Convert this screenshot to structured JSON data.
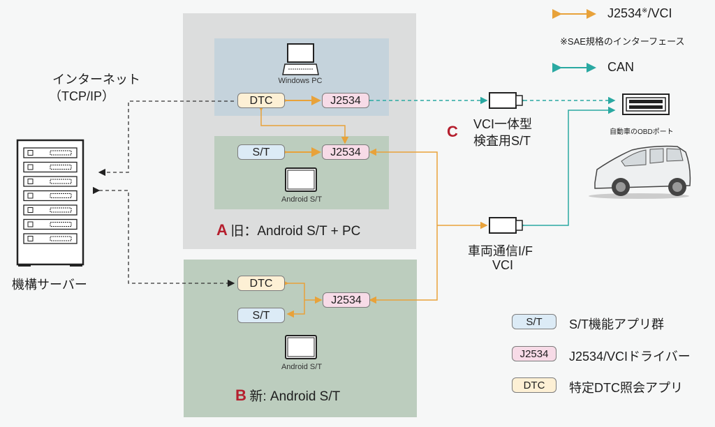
{
  "legend_top": {
    "j2534_line_label": "J2534",
    "j2534_line_note_mark": "※",
    "j2534_line_suffix": "/VCI",
    "footnote": "※SAE規格のインターフェース",
    "can_line_label": "CAN",
    "colors": {
      "j2534_line": "#e8a23a",
      "can_line": "#2aa9a2"
    }
  },
  "internet": {
    "line1": "インターネット",
    "line2": "（TCP/IP）"
  },
  "server": {
    "label": "機構サーバー",
    "icon": "server-rack-icon"
  },
  "config_a": {
    "letter": "A",
    "title": "旧：Android S/T + PC",
    "pc": {
      "label": "Windows PC",
      "icon": "laptop-icon",
      "chips": {
        "dtc": "DTC",
        "j2534": "J2534"
      }
    },
    "android": {
      "label": "Android S/T",
      "icon": "tablet-icon",
      "chips": {
        "st": "S/T",
        "j2534": "J2534"
      }
    }
  },
  "config_b": {
    "letter": "B",
    "title": "新: Android S/T",
    "chips": {
      "dtc": "DTC",
      "st": "S/T",
      "j2534": "J2534"
    },
    "android": {
      "label": "Android S/T",
      "icon": "tablet-icon"
    }
  },
  "config_c": {
    "letter": "C",
    "line1": "VCI一体型",
    "line2": "検査用S/T"
  },
  "vci": {
    "line1": "車両通信I/F",
    "line2": "VCI"
  },
  "obd": {
    "label": "自動車のOBDポート",
    "icon": "obd-port-icon"
  },
  "car": {
    "icon": "car-icon"
  },
  "legend_bottom": [
    {
      "chip": "S/T",
      "type": "st",
      "desc": "S/T機能アプリ群"
    },
    {
      "chip": "J2534",
      "type": "j",
      "desc": "J2534/VCIドライバー"
    },
    {
      "chip": "DTC",
      "type": "dtc",
      "desc": "特定DTC照会アプリ"
    }
  ]
}
